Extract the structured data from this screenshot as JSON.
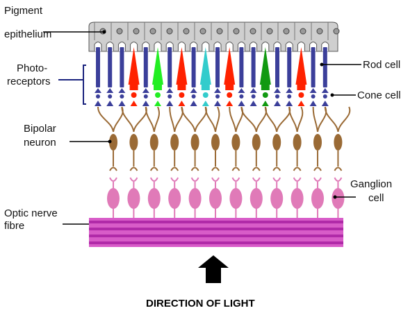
{
  "labels": {
    "pigment_line1": "Pigment",
    "pigment_line2": "epithelium",
    "photo_line1": "Photo-",
    "photo_line2": "receptors",
    "rod": "Rod cell",
    "cone": "Cone cell",
    "bipolar_line1": "Bipolar",
    "bipolar_line2": "neuron",
    "ganglion_line1": "Ganglion",
    "ganglion_line2": "cell",
    "optic_line1": "Optic nerve",
    "optic_line2": "fibre",
    "light": "DIRECTION OF LIGHT"
  },
  "colors": {
    "epithelium": "#cfcfcf",
    "rod": "#3b3f9a",
    "bipolar": "#9a6a35",
    "ganglion": "#e07ab8",
    "nerve_light": "#d85cc8",
    "nerve_dark": "#b02aa8",
    "cone_red": "#ff2200",
    "cone_green": "#22ee22",
    "cone_cyan": "#33cccc",
    "cone_darkgreen": "#119911"
  },
  "cones": [
    {
      "position": 3,
      "color": "red"
    },
    {
      "position": 5,
      "color": "green"
    },
    {
      "position": 7,
      "color": "red"
    },
    {
      "position": 9,
      "color": "cyan"
    },
    {
      "position": 11,
      "color": "red"
    },
    {
      "position": 14,
      "color": "dark green"
    },
    {
      "position": 17,
      "color": "red"
    }
  ]
}
